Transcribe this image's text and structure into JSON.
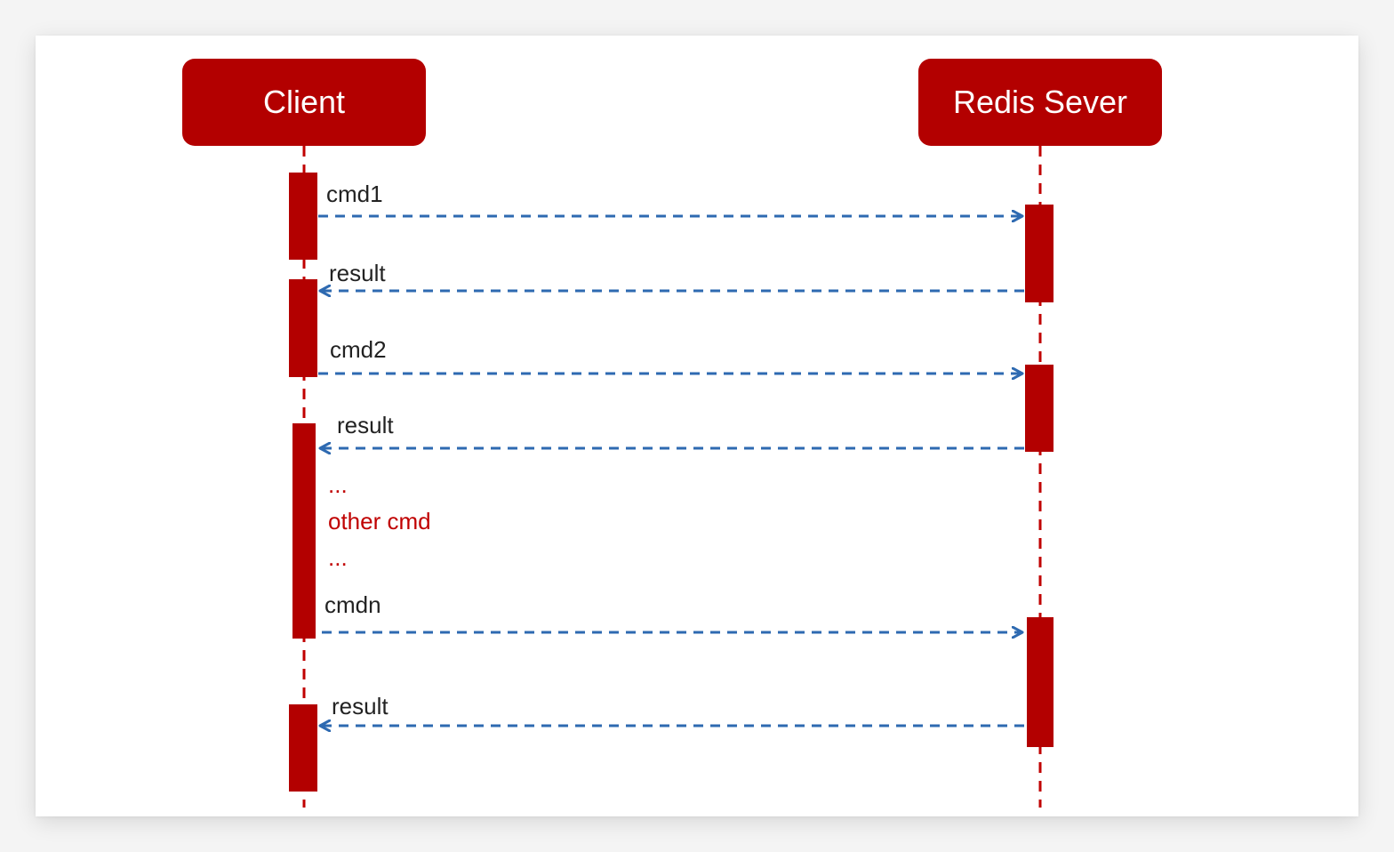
{
  "actors": {
    "client": {
      "label": "Client"
    },
    "server": {
      "label": "Redis Sever"
    }
  },
  "messages": [
    {
      "label": "cmd1",
      "direction": "client-to-server"
    },
    {
      "label": "result",
      "direction": "server-to-client"
    },
    {
      "label": "cmd2",
      "direction": "client-to-server"
    },
    {
      "label": "result",
      "direction": "server-to-client"
    },
    {
      "label": "cmdn",
      "direction": "client-to-server"
    },
    {
      "label": "result",
      "direction": "server-to-client"
    }
  ],
  "notes": {
    "ellipsis_top": "...",
    "other": "other cmd",
    "ellipsis_bottom": "..."
  },
  "colors": {
    "actor": "#b30000",
    "lifeline": "#c00000",
    "activation": "#b30000",
    "arrow": "#2e6ab1",
    "note_text": "#c00000",
    "label_text": "#222222"
  }
}
